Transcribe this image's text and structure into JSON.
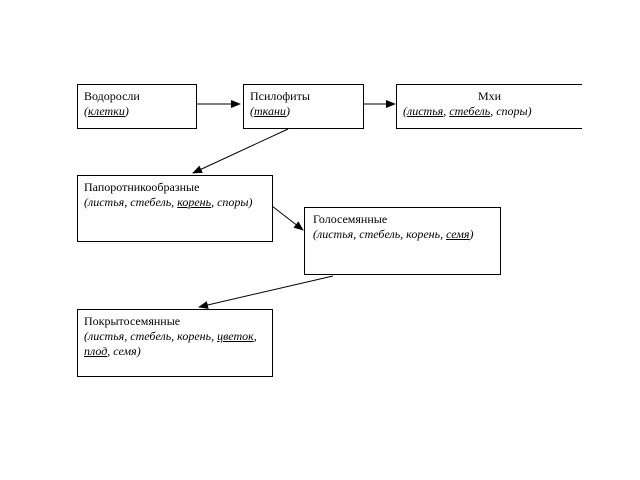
{
  "nodes": {
    "algae": {
      "title": "Водоросли",
      "detail": [
        {
          "t": "(",
          "u": false
        },
        {
          "t": "клетки",
          "u": true
        },
        {
          "t": ")",
          "u": false
        }
      ]
    },
    "psilophytes": {
      "title": "Псилофиты",
      "detail": [
        {
          "t": "(",
          "u": false
        },
        {
          "t": "ткани",
          "u": true
        },
        {
          "t": ")",
          "u": false
        }
      ]
    },
    "mosses": {
      "title": "Мхи",
      "detail": [
        {
          "t": "(",
          "u": false
        },
        {
          "t": "листья",
          "u": true
        },
        {
          "t": ", ",
          "u": false
        },
        {
          "t": "стебель",
          "u": true
        },
        {
          "t": ", споры)",
          "u": false
        }
      ]
    },
    "ferns": {
      "title": "Папоротникообразные",
      "detail": [
        {
          "t": "(листья, стебель, ",
          "u": false
        },
        {
          "t": "корень",
          "u": true
        },
        {
          "t": ", споры)",
          "u": false
        }
      ]
    },
    "gymnosperms": {
      "title": "Голосемянные",
      "detail": [
        {
          "t": "(листья, стебель, корень, ",
          "u": false
        },
        {
          "t": "семя",
          "u": true
        },
        {
          "t": ")",
          "u": false
        }
      ]
    },
    "angiosperms": {
      "title": "Покрытосемянные",
      "detail": [
        {
          "t": "(листья, стебель, корень, ",
          "u": false
        },
        {
          "t": "цветок",
          "u": true
        },
        {
          "t": ", ",
          "u": false
        },
        {
          "t": "плод",
          "u": true
        },
        {
          "t": ", семя)",
          "u": false
        }
      ]
    }
  }
}
